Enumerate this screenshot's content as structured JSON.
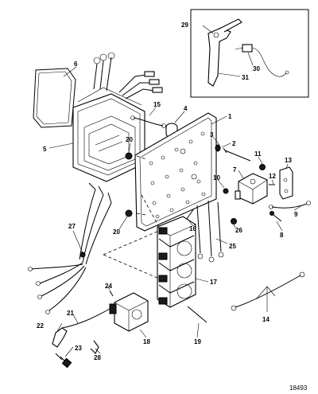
{
  "figure_number": "18493",
  "callouts": [
    "1",
    "2",
    "3",
    "4",
    "5",
    "6",
    "7",
    "8",
    "9",
    "10",
    "11",
    "12",
    "13",
    "14",
    "15",
    "16",
    "17",
    "18",
    "19",
    "20",
    "20",
    "21",
    "22",
    "23",
    "24",
    "25",
    "26",
    "27",
    "28",
    "29",
    "30",
    "31"
  ]
}
